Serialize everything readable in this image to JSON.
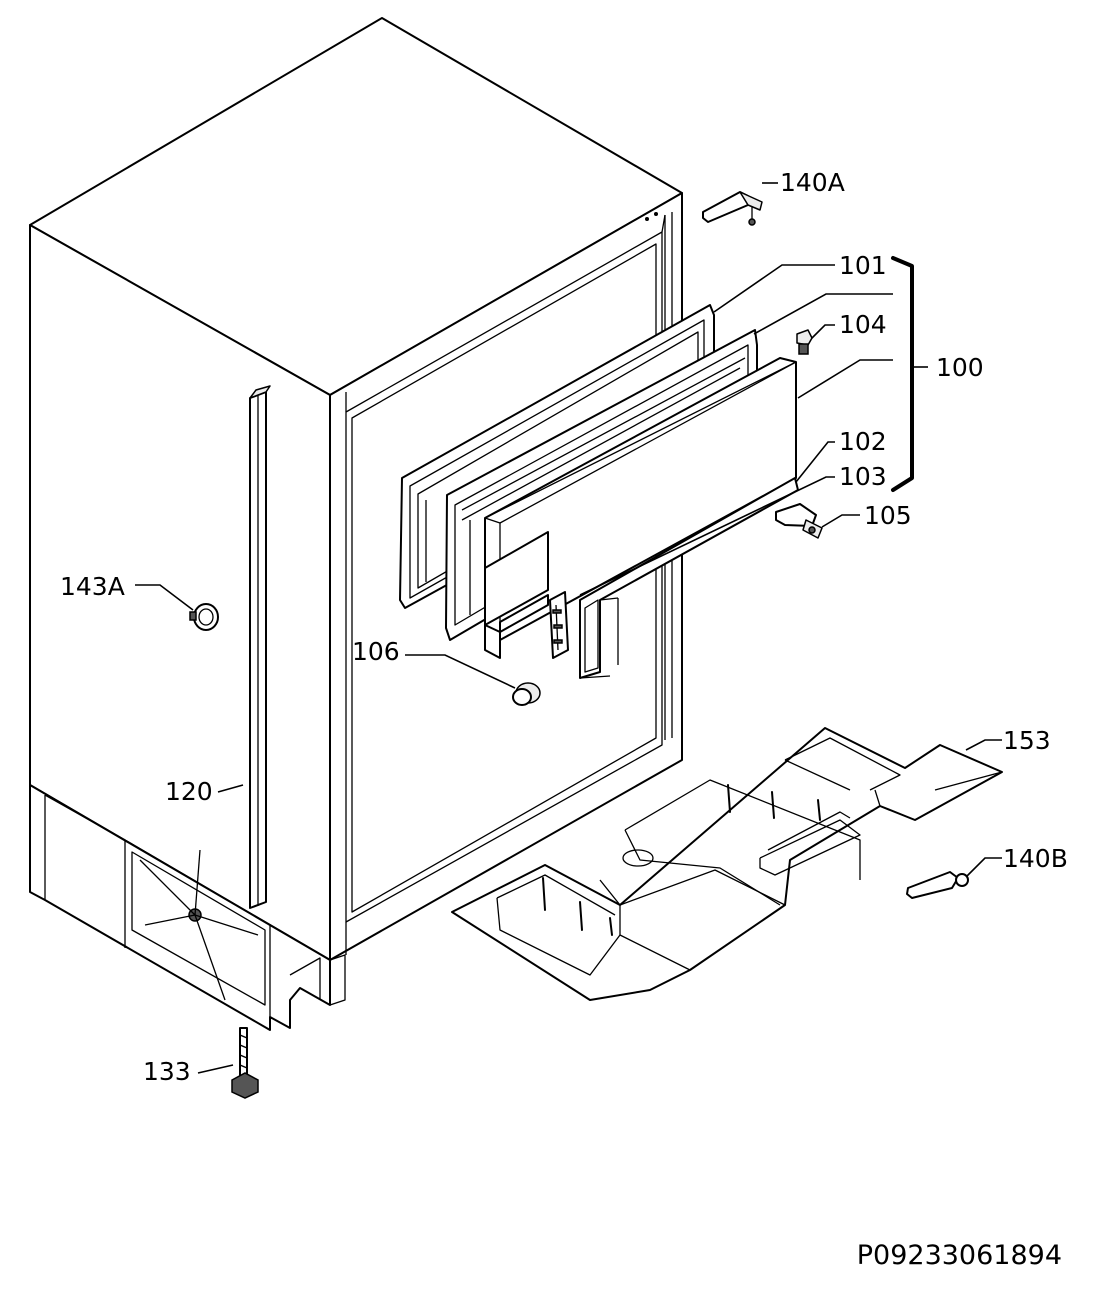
{
  "drawing_code": "P09233061894",
  "callouts": {
    "c140A": "140A",
    "c101": "101",
    "c104": "104",
    "c100": "100",
    "c102": "102",
    "c103": "103",
    "c105": "105",
    "c143A": "143A",
    "c106": "106",
    "c153": "153",
    "c120": "120",
    "c140B": "140B",
    "c133": "133"
  }
}
